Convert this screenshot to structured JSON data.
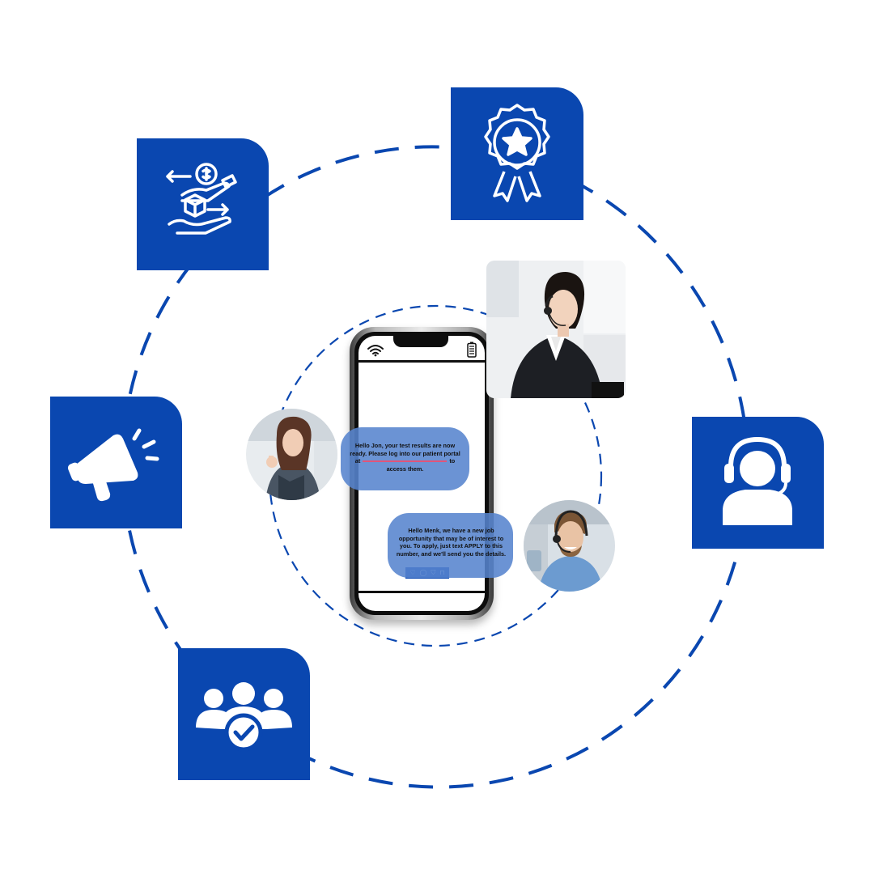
{
  "colors": {
    "brand_blue": "#0a47b0",
    "bubble_blue": "#5684ce",
    "link_underline": "#e0557a",
    "background": "#ffffff"
  },
  "icons": {
    "tile_money_exchange": "money-exchange-icon",
    "tile_award_badge": "award-badge-icon",
    "tile_megaphone": "megaphone-icon",
    "tile_support_agent": "headset-agent-icon",
    "tile_team_check": "team-check-icon"
  },
  "phone": {
    "message_1": {
      "line_a": "Hello Jon, your test results are now ready. Please log into our patient portal at",
      "line_b": "to",
      "line_c": "access them."
    },
    "message_2": "Hello Menk, we have a new job opportunity that may be of interest to you. To apply, just text APPLY to this number, and we'll send you the details.",
    "nav_icons": [
      "heart-icon",
      "search-icon",
      "filter-icon",
      "bookmark-icon"
    ],
    "nav_glyphs": [
      "♡",
      "◯",
      "⛉",
      "⊓"
    ]
  }
}
